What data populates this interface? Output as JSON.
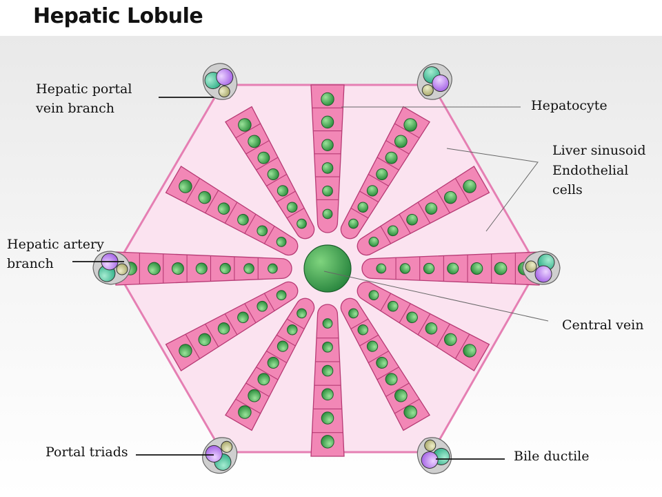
{
  "title": "Hepatic Lobule",
  "labels": {
    "portal_vein": [
      "Hepatic portal",
      "vein branch"
    ],
    "artery": [
      "Hepatic artery",
      "branch"
    ],
    "portal_triads": "Portal triads",
    "hepatocyte": "Hepatocyte",
    "sinusoid": [
      "Liver sinusoid",
      "Endothelial",
      "cells"
    ],
    "central_vein": "Central vein",
    "bile": "Bile ductile"
  },
  "colors": {
    "lobule_fill": "#fbe3f0",
    "lobule_edge": "#e57fb3",
    "cord_fill": "#f287b6",
    "cord_edge": "#b63a74",
    "nucleus": "#3aa84a",
    "central_vein": "#3aa448",
    "triad_teal": "#47c9a2",
    "triad_purple": "#c48cf2",
    "triad_olive": "#c8c890",
    "triad_bg": "#cfcfcf"
  }
}
